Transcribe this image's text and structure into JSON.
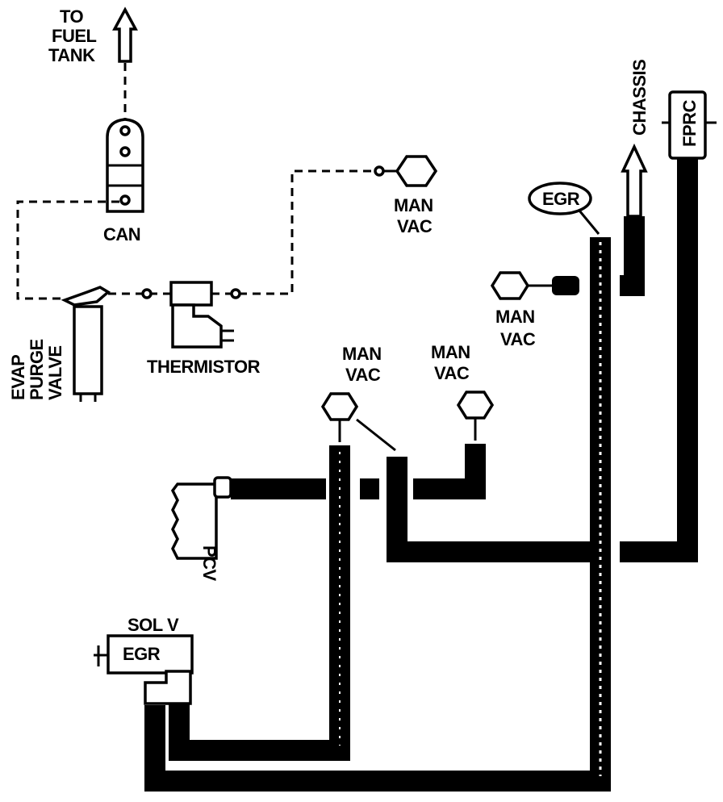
{
  "labels": {
    "to_fuel_tank": [
      "TO",
      "FUEL",
      "TANK"
    ],
    "can": "CAN",
    "man_vac_top": [
      "MAN",
      "VAC"
    ],
    "evap_purge_valve": [
      "EVAP",
      "PURGE",
      "VALVE"
    ],
    "thermistor": "THERMISTOR",
    "egr_valve": "EGR",
    "chassis": "CHASSIS",
    "fprc": "FPRC",
    "man_vac_right": [
      "MAN",
      "VAC"
    ],
    "man_vac_center": [
      "MAN",
      "VAC"
    ],
    "man_vac_center_right": [
      "MAN",
      "VAC"
    ],
    "pcv": "PCV",
    "sol_v": "SOL V",
    "egr_solenoid": "EGR"
  }
}
